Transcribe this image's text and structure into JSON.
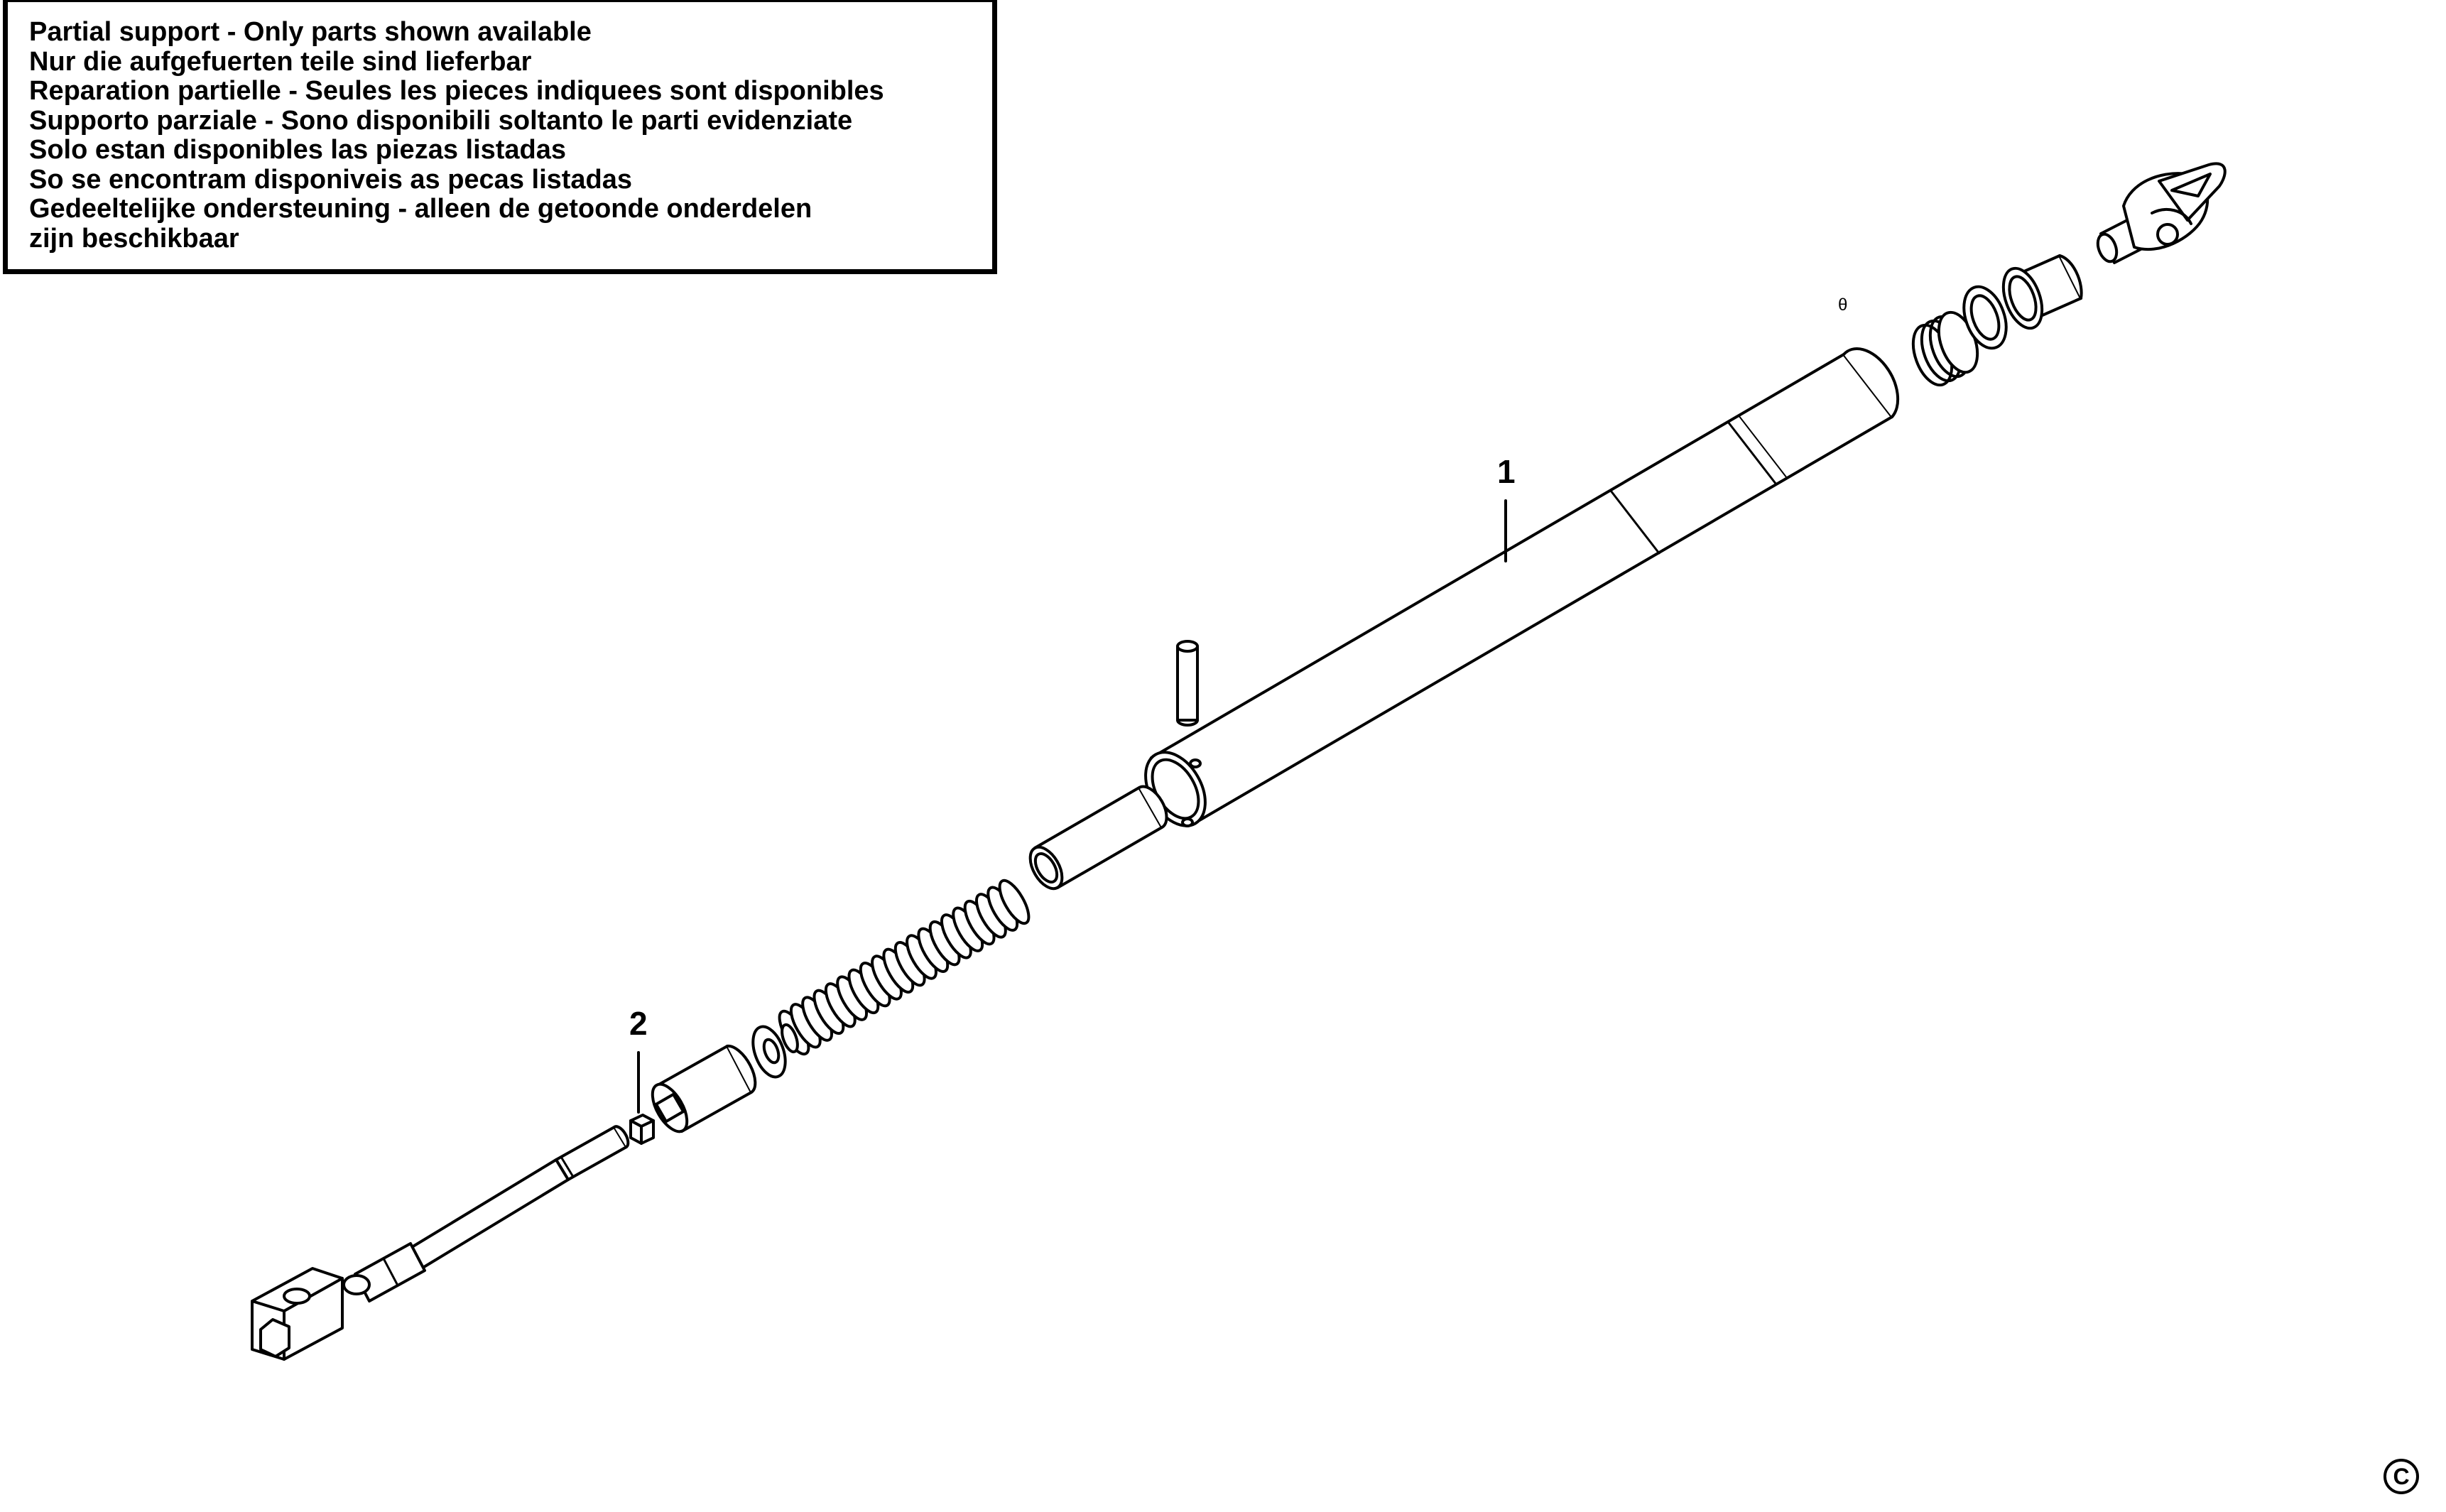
{
  "notice": {
    "lines": [
      "Partial support - Only parts shown available",
      "Nur die aufgefuerten teile sind lieferbar",
      "Reparation partielle - Seules les pieces indiquees sont disponibles",
      "Supporto parziale - Sono disponibili soltanto le parti evidenziate",
      "Solo estan disponibles las piezas listadas",
      "So se encontram disponiveis as pecas listadas",
      "Gedeeltelijke ondersteuning - alleen de getoonde onderdelen",
      "zijn beschikbaar"
    ]
  },
  "callouts": {
    "part_1": "1",
    "part_2": "2"
  },
  "small_mark": "θ",
  "copyright_symbol": "C",
  "colors": {
    "line": "#000000",
    "background": "#ffffff"
  }
}
